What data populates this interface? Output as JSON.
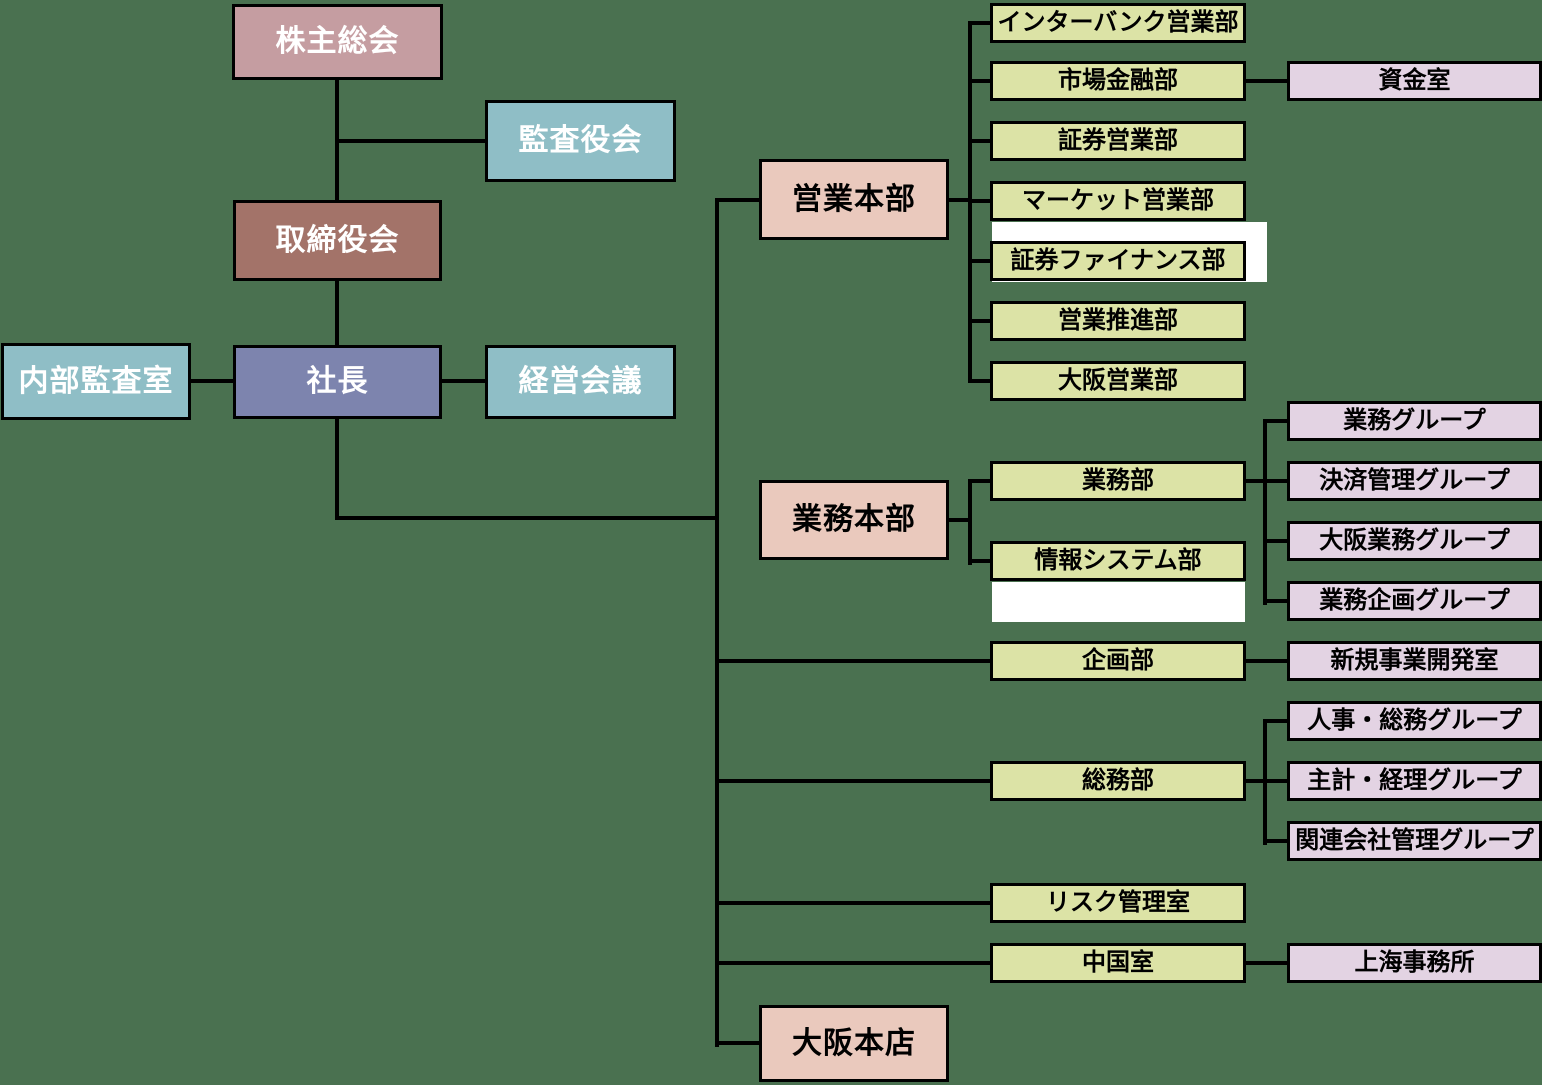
{
  "colors": {
    "background": "#4a7150",
    "line": "#000000",
    "rose": "#c59da1",
    "brown": "#a37369",
    "purple": "#7d84ae",
    "teal": "#8fbec6",
    "salmon": "#eac9bd",
    "yellow_green": "#dce3a6",
    "lavender": "#e3d3e3",
    "white_box": "#ffffff",
    "text_light": "#ffffff",
    "text_dark": "#000000"
  },
  "nodes": {
    "shareholders_meeting": {
      "label": "株主総会",
      "style": "rose"
    },
    "audit_board": {
      "label": "監査役会",
      "style": "teal"
    },
    "board_of_directors": {
      "label": "取締役会",
      "style": "brown"
    },
    "internal_audit_office": {
      "label": "内部監査室",
      "style": "teal"
    },
    "president": {
      "label": "社長",
      "style": "purple"
    },
    "management_council": {
      "label": "経営会議",
      "style": "teal"
    },
    "sales_division": {
      "label": "営業本部",
      "style": "salmon"
    },
    "operations_division": {
      "label": "業務本部",
      "style": "salmon"
    },
    "osaka_main_branch": {
      "label": "大阪本店",
      "style": "salmon"
    },
    "interbank_sales_dept": {
      "label": "インターバンク営業部",
      "style": "dept"
    },
    "market_finance_dept": {
      "label": "市場金融部",
      "style": "dept"
    },
    "securities_sales_dept": {
      "label": "証券営業部",
      "style": "dept"
    },
    "market_sales_dept": {
      "label": "マーケット営業部",
      "style": "dept"
    },
    "securities_finance_dept": {
      "label": "証券ファイナンス部",
      "style": "dept"
    },
    "sales_promotion_dept": {
      "label": "営業推進部",
      "style": "dept"
    },
    "osaka_sales_dept": {
      "label": "大阪営業部",
      "style": "dept"
    },
    "funds_office": {
      "label": "資金室",
      "style": "grp"
    },
    "operations_dept": {
      "label": "業務部",
      "style": "dept"
    },
    "it_systems_dept": {
      "label": "情報システム部",
      "style": "dept"
    },
    "operations_group": {
      "label": "業務グループ",
      "style": "grp"
    },
    "settlement_mgmt_group": {
      "label": "決済管理グループ",
      "style": "grp"
    },
    "osaka_operations_group": {
      "label": "大阪業務グループ",
      "style": "grp"
    },
    "operations_planning_group": {
      "label": "業務企画グループ",
      "style": "grp"
    },
    "planning_dept": {
      "label": "企画部",
      "style": "dept"
    },
    "new_business_dev_office": {
      "label": "新規事業開発室",
      "style": "grp"
    },
    "general_affairs_dept": {
      "label": "総務部",
      "style": "dept"
    },
    "hr_general_affairs_group": {
      "label": "人事・総務グループ",
      "style": "grp"
    },
    "accounting_group": {
      "label": "主計・経理グループ",
      "style": "grp"
    },
    "affiliated_companies_group": {
      "label": "関連会社管理グループ",
      "style": "grp"
    },
    "risk_mgmt_office": {
      "label": "リスク管理室",
      "style": "dept"
    },
    "china_office": {
      "label": "中国室",
      "style": "dept"
    },
    "shanghai_office": {
      "label": "上海事務所",
      "style": "grp"
    }
  },
  "edges": [
    {
      "from": "shareholders_meeting",
      "to": "board_of_directors"
    },
    {
      "from": "shareholders_meeting",
      "to": "audit_board"
    },
    {
      "from": "board_of_directors",
      "to": "president"
    },
    {
      "from": "president",
      "to": "internal_audit_office"
    },
    {
      "from": "president",
      "to": "management_council"
    },
    {
      "from": "president",
      "to": "sales_division"
    },
    {
      "from": "president",
      "to": "operations_division"
    },
    {
      "from": "president",
      "to": "planning_dept"
    },
    {
      "from": "president",
      "to": "general_affairs_dept"
    },
    {
      "from": "president",
      "to": "risk_mgmt_office"
    },
    {
      "from": "president",
      "to": "china_office"
    },
    {
      "from": "president",
      "to": "osaka_main_branch"
    },
    {
      "from": "sales_division",
      "to": "interbank_sales_dept"
    },
    {
      "from": "sales_division",
      "to": "market_finance_dept"
    },
    {
      "from": "sales_division",
      "to": "securities_sales_dept"
    },
    {
      "from": "sales_division",
      "to": "market_sales_dept"
    },
    {
      "from": "sales_division",
      "to": "securities_finance_dept"
    },
    {
      "from": "sales_division",
      "to": "sales_promotion_dept"
    },
    {
      "from": "sales_division",
      "to": "osaka_sales_dept"
    },
    {
      "from": "market_finance_dept",
      "to": "funds_office"
    },
    {
      "from": "operations_division",
      "to": "operations_dept"
    },
    {
      "from": "operations_division",
      "to": "it_systems_dept"
    },
    {
      "from": "operations_dept",
      "to": "operations_group"
    },
    {
      "from": "operations_dept",
      "to": "settlement_mgmt_group"
    },
    {
      "from": "operations_dept",
      "to": "osaka_operations_group"
    },
    {
      "from": "operations_dept",
      "to": "operations_planning_group"
    },
    {
      "from": "planning_dept",
      "to": "new_business_dev_office"
    },
    {
      "from": "general_affairs_dept",
      "to": "hr_general_affairs_group"
    },
    {
      "from": "general_affairs_dept",
      "to": "accounting_group"
    },
    {
      "from": "general_affairs_dept",
      "to": "affiliated_companies_group"
    },
    {
      "from": "china_office",
      "to": "shanghai_office"
    }
  ]
}
